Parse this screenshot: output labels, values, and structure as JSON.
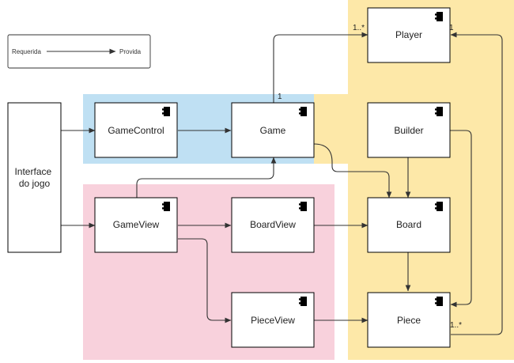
{
  "legend": {
    "required_label": "Requerida",
    "provided_label": "Provida"
  },
  "components": {
    "player": "Player",
    "game_control": "GameControl",
    "game": "Game",
    "builder": "Builder",
    "interface_line1": "Interface",
    "interface_line2": "do jogo",
    "game_view": "GameView",
    "board_view": "BoardView",
    "board": "Board",
    "piece_view": "PieceView",
    "piece": "Piece"
  },
  "multiplicities": {
    "game_player_source": "1",
    "game_player_target": "1..*",
    "piece_player_source": "1..*",
    "piece_player_target": "1"
  },
  "icons": {
    "component": "uml-component-icon"
  },
  "colors": {
    "region_control": "#bfe0f3",
    "region_view": "#f8d1dc",
    "region_model": "#fde8a8"
  }
}
